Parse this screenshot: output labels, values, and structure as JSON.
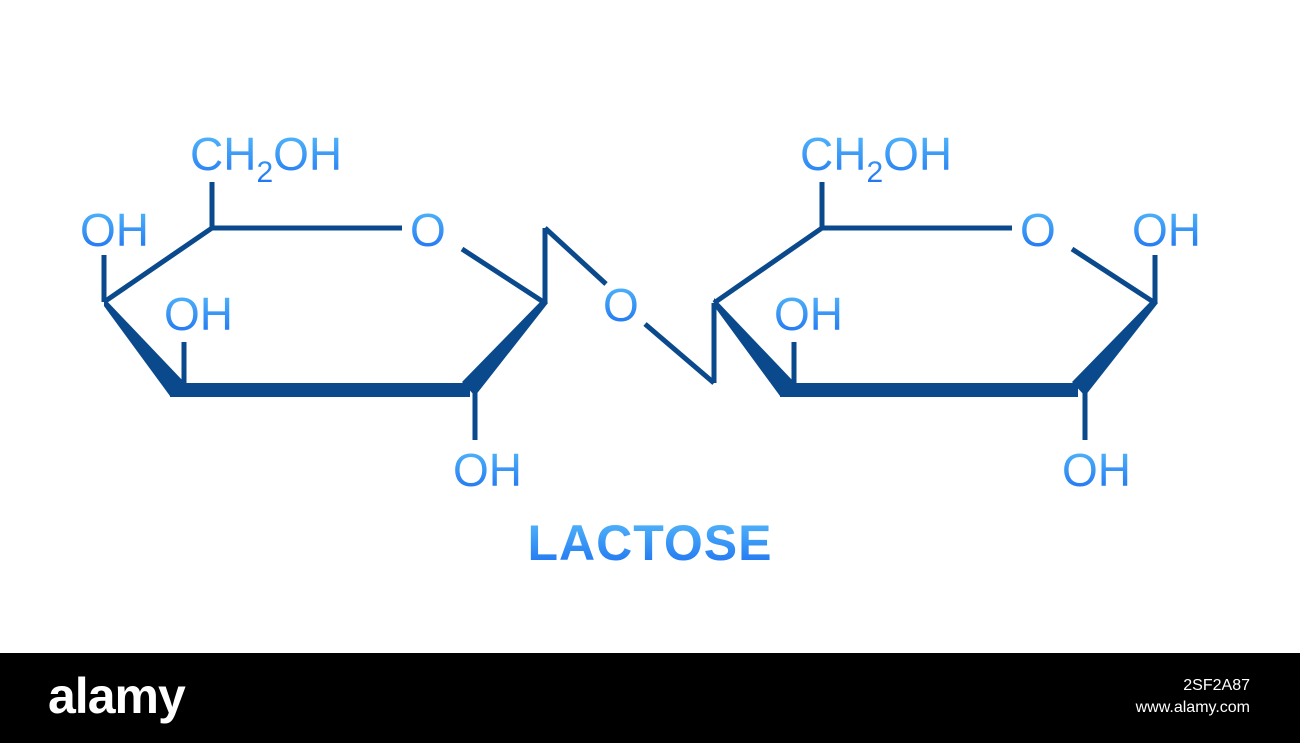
{
  "title": "LACTOSE",
  "colors": {
    "bond": "#0a4a8c",
    "label": "#1c8df0",
    "label_light": "#56bdfb",
    "footer_bg": "#000000"
  },
  "left_ring": {
    "ch2oh": {
      "main": "CH",
      "sub": "2",
      "tail": "OH"
    },
    "ring_o": "O",
    "oh_c4": "OH",
    "oh_c3": "OH",
    "oh_c2": "OH"
  },
  "bridge_o": "O",
  "right_ring": {
    "ch2oh": {
      "main": "CH",
      "sub": "2",
      "tail": "OH"
    },
    "ring_o": "O",
    "oh_c1": "OH",
    "oh_c3": "OH",
    "oh_c2": "OH"
  },
  "footer": {
    "logo": "alamy",
    "image_id": "2SF2A87",
    "url": "www.alamy.com"
  }
}
